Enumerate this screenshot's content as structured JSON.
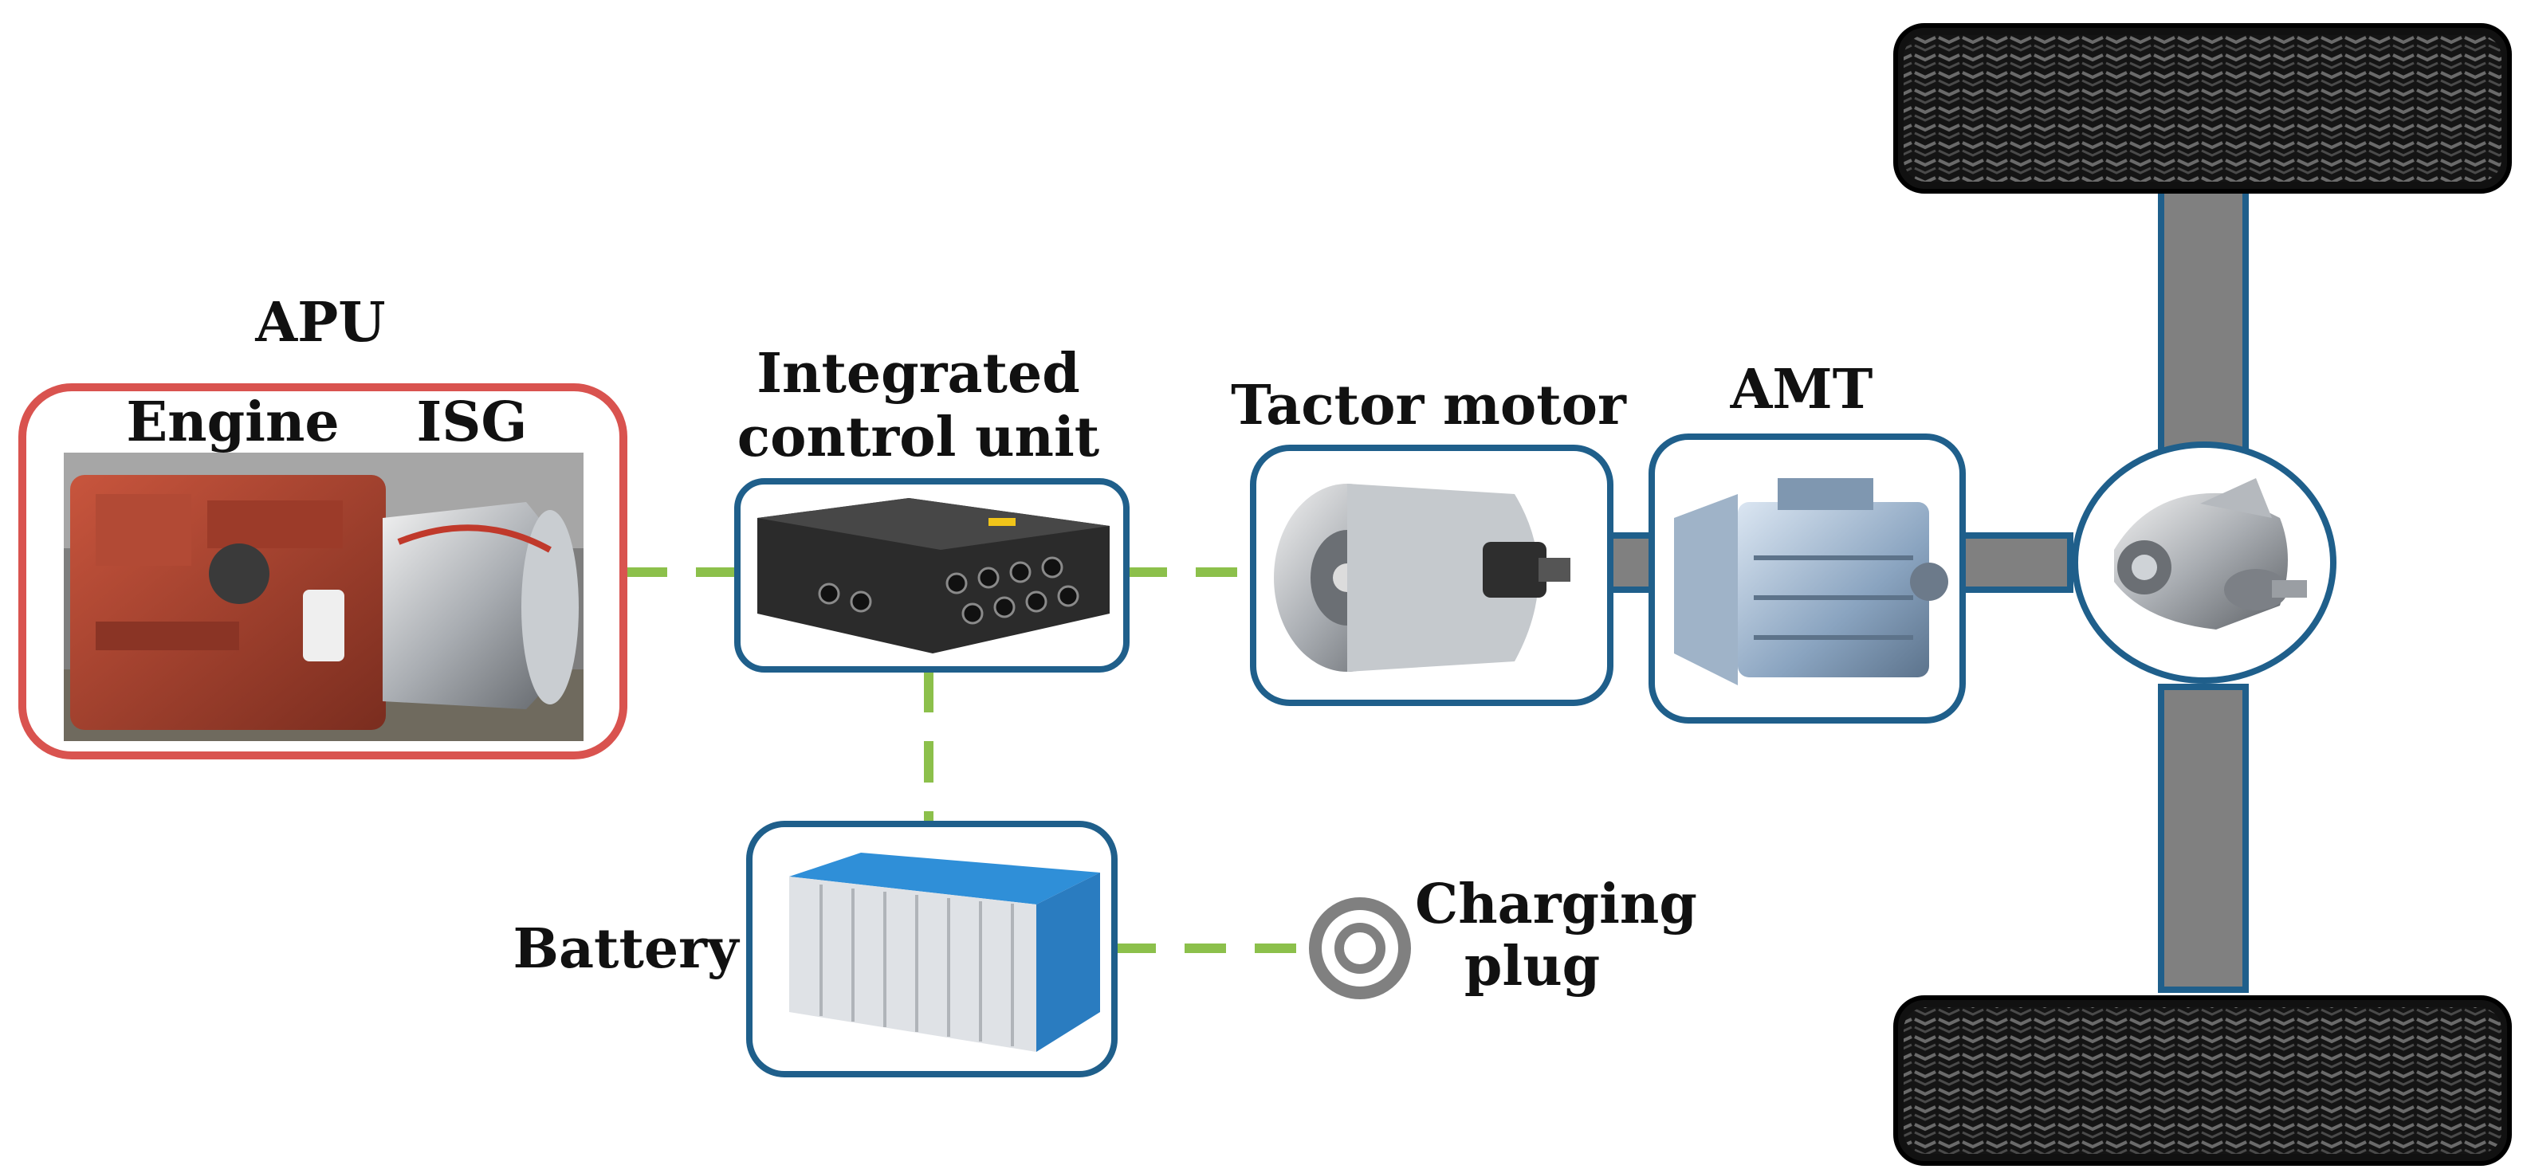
{
  "labels": {
    "apu": "APU",
    "engine": "Engine",
    "isg": "ISG",
    "icu_line1": "Integrated",
    "icu_line2": "control unit",
    "traction_motor": "Tactor motor",
    "amt": "AMT",
    "battery": "Battery",
    "charging_line1": "Charging",
    "charging_line2": "plug"
  },
  "colors": {
    "apu_border": "#d9534f",
    "component_border": "#1f5f8b",
    "electric_link": "#8cc04b",
    "shaft_fill": "#808080",
    "tire": "#1a1a1a",
    "plug_ring": "#808080"
  }
}
